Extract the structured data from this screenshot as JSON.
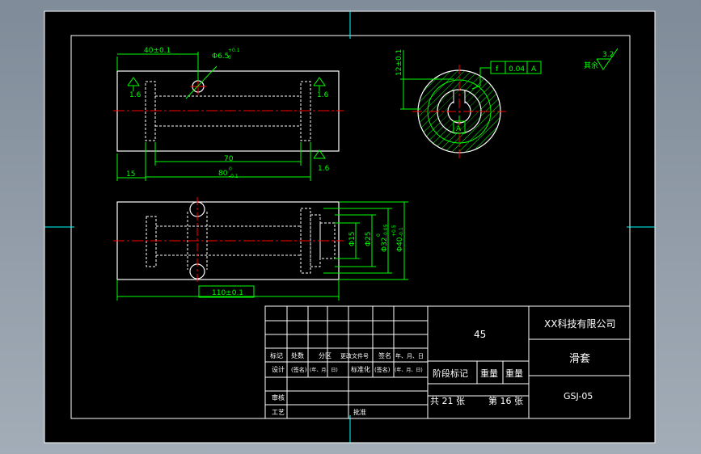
{
  "colors": {
    "background": "#000000",
    "sheet_border": "#ffffff",
    "outline": "#ffffff",
    "dimension": "#00ff00",
    "centerline": "#ff0000",
    "hidden": "#ffffff",
    "gutter": "#8e9aa7",
    "marker": "#00ffff"
  },
  "front_view": {
    "dim_top": "40±0.1",
    "hole_dia": "Φ6.5",
    "hole_tol": "+0.1",
    "hole_tol2": "0",
    "dim_70": "70",
    "dim_80": "80",
    "dim_80_tol": "0",
    "dim_80_tol2": "-0.1",
    "dim_15": "15",
    "rough_left": "1.6",
    "rough_right": "1.6",
    "rough_bottom": "1.6"
  },
  "bottom_view": {
    "dim_110": "110±0.1",
    "dia_15": "Φ15",
    "dia_25": "Φ25",
    "dia_32": "Φ32",
    "dia_32_tol": "0",
    "dia_32_tol2": "-0.05",
    "dia_40": "Φ40",
    "dia_40_tol": "+0.5",
    "dia_40_tol2": "-0.1"
  },
  "side_view": {
    "dim_12": "12±0.1",
    "tol_symbol": "f",
    "tol_value": "0.04",
    "datum": "A",
    "datum_marker": "A"
  },
  "general_roughness": {
    "value": "3.2",
    "label": "其余"
  },
  "title_block": {
    "material": "45",
    "company": "XX科技有限公司",
    "part_name": "滑套",
    "drawing_no": "GSJ-05",
    "header_labels": [
      "标记",
      "处数",
      "分区",
      "更改文件号",
      "签名",
      "年、月、日"
    ],
    "row_design": [
      "设计",
      "(签名)",
      "(年、月、日)",
      "标准化",
      "(签名)",
      "(年、月、日)"
    ],
    "row_review": "审核",
    "row_process": "工艺",
    "row_approve": "批准",
    "stage_labels": [
      "阶段标记",
      "重量",
      "重量"
    ],
    "sheets_total": "共 21 张",
    "sheet_no": "第 16 张"
  }
}
